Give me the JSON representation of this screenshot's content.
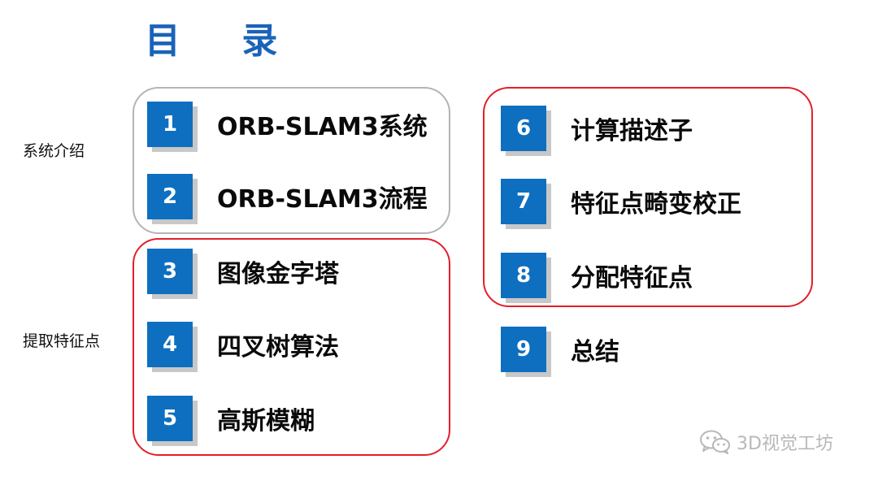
{
  "title": "目 录",
  "side_labels": [
    "系统介绍",
    "提取特征点"
  ],
  "items": [
    {
      "num": "1",
      "label": "ORB-SLAM3系统"
    },
    {
      "num": "2",
      "label": "ORB-SLAM3流程"
    },
    {
      "num": "3",
      "label": "图像金字塔"
    },
    {
      "num": "4",
      "label": "四叉树算法"
    },
    {
      "num": "5",
      "label": "高斯模糊"
    },
    {
      "num": "6",
      "label": "计算描述子"
    },
    {
      "num": "7",
      "label": "特征点畸变校正"
    },
    {
      "num": "8",
      "label": "分配特征点"
    },
    {
      "num": "9",
      "label": "总结"
    }
  ],
  "watermark": {
    "icon": "wechat-icon",
    "text": "3D视觉工坊"
  },
  "colors": {
    "title": "#1a63b8",
    "number_box": "#0e6fc0",
    "red_border": "#e41e2a",
    "gray_border": "#b4b4b4"
  }
}
